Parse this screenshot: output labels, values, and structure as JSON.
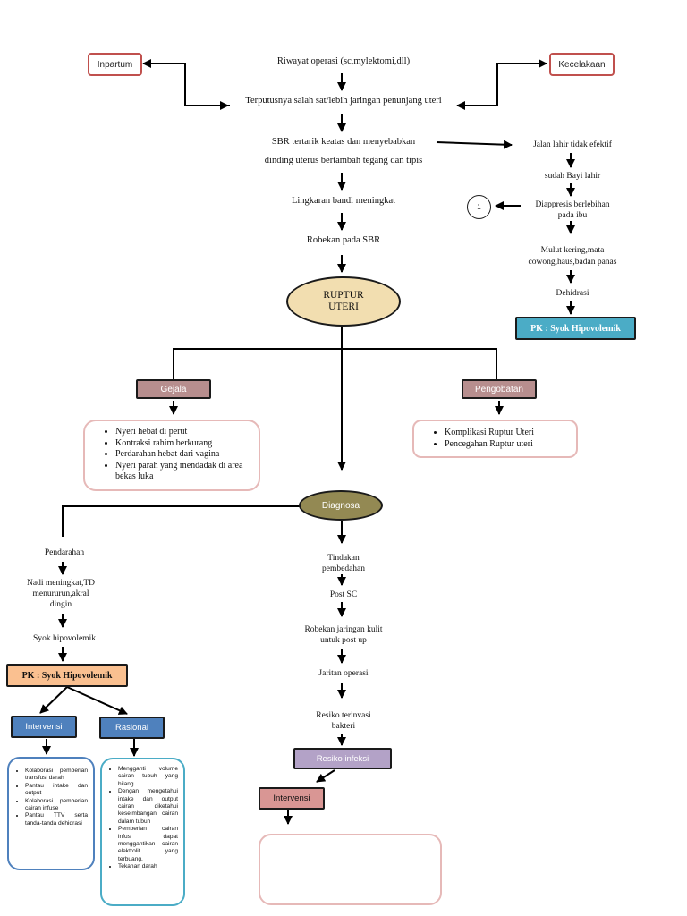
{
  "left_nodes": {
    "inpartum": "Inpartum",
    "kecelakaan": "Kecelakaan"
  },
  "main_chain": [
    "Riwayat operasi (sc,mylektomi,dll)",
    "Terputusnya salah sat/lebih jaringan penunjang uteri",
    "SBR tertarik keatas dan menyebabkan",
    "dinding uterus bertambah tegang dan tipis",
    "Lingkaran bandl meningkat",
    "Robekan pada SBR"
  ],
  "center_node": [
    "RUPTUR",
    "UTERI"
  ],
  "right_chain": {
    "items": [
      "Jalan lahir tidak efektif",
      "sudah Bayi lahir",
      "Diappresis berlebihan",
      "pada ibu",
      "Mulut kering,mata",
      "cowong,haus,badan panas",
      "Dehidrasi"
    ],
    "connector_label": "1",
    "pk_label": "PK : Syok Hipovolemik"
  },
  "gejala": {
    "label": "Gejala",
    "items": [
      "Nyeri hebat di perut",
      "Kontraksi rahim berkurang",
      "Perdarahan hebat dari vagina",
      "Nyeri parah yang mendadak di area bekas luka"
    ]
  },
  "pengobatan": {
    "label": "Pengobatan",
    "items": [
      "Komplikasi Ruptur Uteri",
      "Pencegahan Ruptur uteri"
    ]
  },
  "diagnosa": {
    "label": "Diagnosa"
  },
  "left_branch": {
    "items": [
      "Pendarahan",
      "Nadi meningkat,TD",
      "menururun,akral",
      "dingin",
      "Syok hipovolemik"
    ],
    "pk_label": "PK : Syok Hipovolemik",
    "intervensi_label": "Intervensi",
    "rasional_label": "Rasional",
    "intervensi_items": [
      "Kolaborasi pemberian transfusi darah",
      "Pantau intake dan output",
      "Kolaborasi pemberian cairan infuse",
      "Pantau TTV serta tanda-tanda dehidrasi"
    ],
    "rasional_items": [
      "Mengganti volume cairan tubuh yang hilang",
      "Dengan mengetahui intake dan output cairan diketahui keseimbangan cairan dalam tubuh",
      "Pemberian cairan infus dapat menggantikan cairan elektrolit yang terbuang.",
      "Tekanan darah"
    ]
  },
  "center_branch": {
    "items": [
      "Tindakan",
      "pembedahan",
      "Post SC",
      "Robekan jaringan kulit",
      "untuk post up",
      "Jaritan operasi",
      "Resiko terinvasi",
      "bakteri"
    ],
    "resiko_label": "Resiko infeksi",
    "intervensi_label": "Intervensi"
  },
  "colors": {
    "red_border": "#c0504d",
    "ellipse_fill": "#f2deb0",
    "diagnosa_fill": "#938953",
    "mauve_tag": "#b78e8e",
    "teal_box": "#4bacc6",
    "orange_box": "#fac090",
    "blue_tag": "#4f81bd",
    "lavender_tag": "#b3a2c7",
    "pink_tag": "#d99694",
    "pink_list_border": "#e6b9b8",
    "blue_list_border": "#4f81bd",
    "cyan_list_border": "#4bacc6"
  }
}
